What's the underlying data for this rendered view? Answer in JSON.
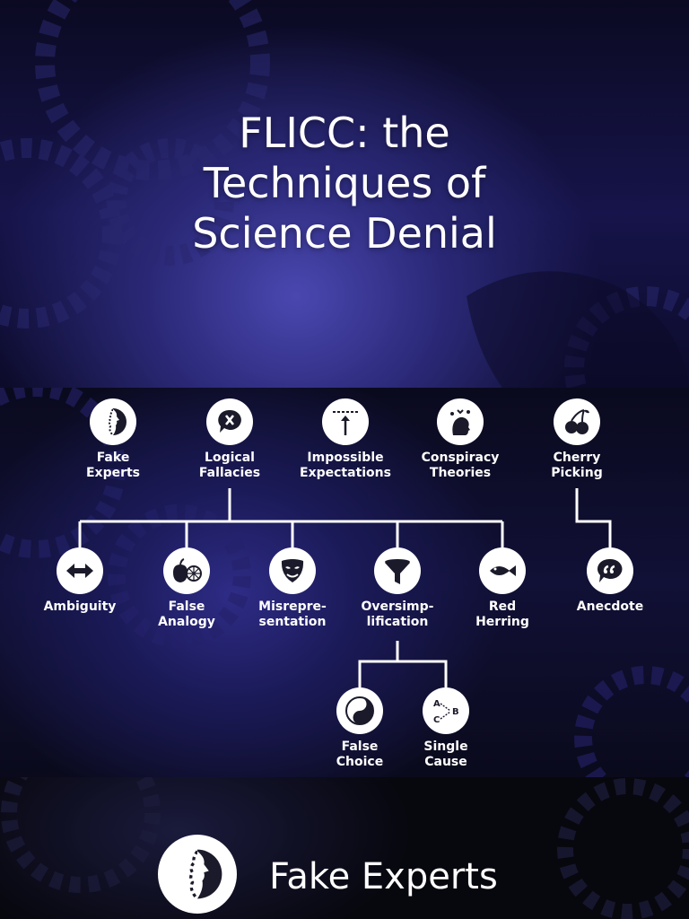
{
  "title_lines": [
    "FLICC: the",
    "Techniques of",
    "Science Denial"
  ],
  "techniques": {
    "fake_experts": [
      "Fake",
      "Experts"
    ],
    "logical_fallacies": [
      "Logical",
      "Fallacies"
    ],
    "impossible_expectations": [
      "Impossible",
      "Expectations"
    ],
    "conspiracy_theories": [
      "Conspiracy",
      "Theories"
    ],
    "cherry_picking": [
      "Cherry",
      "Picking"
    ]
  },
  "fallacies": {
    "ambiguity": [
      "Ambiguity"
    ],
    "false_analogy": [
      "False",
      "Analogy"
    ],
    "misrepresentation": [
      "Misrepre-",
      "sentation"
    ],
    "oversimplification": [
      "Oversimp-",
      "lification"
    ],
    "red_herring": [
      "Red",
      "Herring"
    ],
    "anecdote": [
      "Anecdote"
    ]
  },
  "oversimplification_children": {
    "false_choice": [
      "False",
      "Choice"
    ],
    "single_cause": [
      "Single",
      "Cause"
    ]
  },
  "single_cause_icon_letters": [
    "A",
    "B",
    "C"
  ],
  "footer": {
    "title": "Fake Experts"
  },
  "colors": {
    "accent_bg": "#2c2a7a",
    "node_fill": "#ffffff",
    "icon_ink": "#1a1a2a",
    "line": "#ffffff"
  }
}
